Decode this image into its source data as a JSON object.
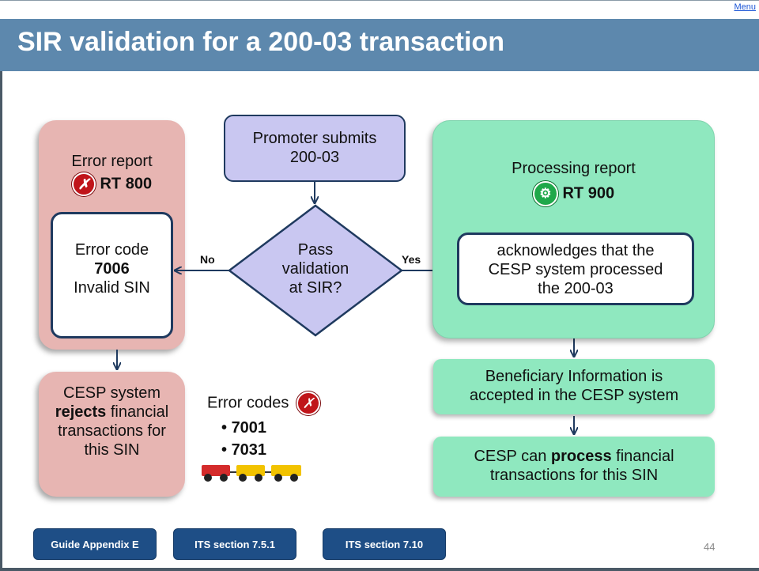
{
  "header": {
    "title": "SIR validation for a 200-03 transaction",
    "menu_label": "Menu"
  },
  "flow": {
    "start": {
      "line1": "Promoter submits",
      "line2": "200-03"
    },
    "decision": {
      "line1": "Pass",
      "line2": "validation",
      "line3": "at SIR?"
    },
    "edge_no": "No",
    "edge_yes": "Yes",
    "error_report": {
      "title": "Error report",
      "rt": "RT 800",
      "icon": "error-x-icon",
      "code_label": "Error code",
      "code": "7006",
      "code_desc": "Invalid SIN"
    },
    "reject": {
      "line1": "CESP system",
      "bold": "rejects",
      "after_bold": " financial",
      "line3": "transactions for",
      "line4": "this SIN"
    },
    "error_codes": {
      "title": "Error codes",
      "icon": "error-x-icon",
      "codes": [
        "7001",
        "7031"
      ],
      "train_icon": "toy-train-icon"
    },
    "processing_report": {
      "title": "Processing report",
      "rt": "RT 900",
      "icon": "gear-icon",
      "ack_line1": "acknowledges that the",
      "ack_line2": "CESP system processed",
      "ack_line3": "the 200-03"
    },
    "accepted": {
      "line1": "Beneficiary Information is",
      "line2": "accepted in the CESP system"
    },
    "process": {
      "before_bold": "CESP can ",
      "bold": "process",
      "after_bold": " financial",
      "line2": "transactions for this SIN"
    }
  },
  "footer": {
    "buttons": [
      "Guide Appendix E",
      "ITS section 7.5.1",
      "ITS section 7.10"
    ],
    "page_number": "44"
  },
  "colors": {
    "header": "#5d88ad",
    "error_panel": "#e7b5b2",
    "success_panel": "#8fe8bf",
    "start_box": "#c9c7f1",
    "button": "#1e4e86",
    "outline": "#1f3a5f"
  }
}
